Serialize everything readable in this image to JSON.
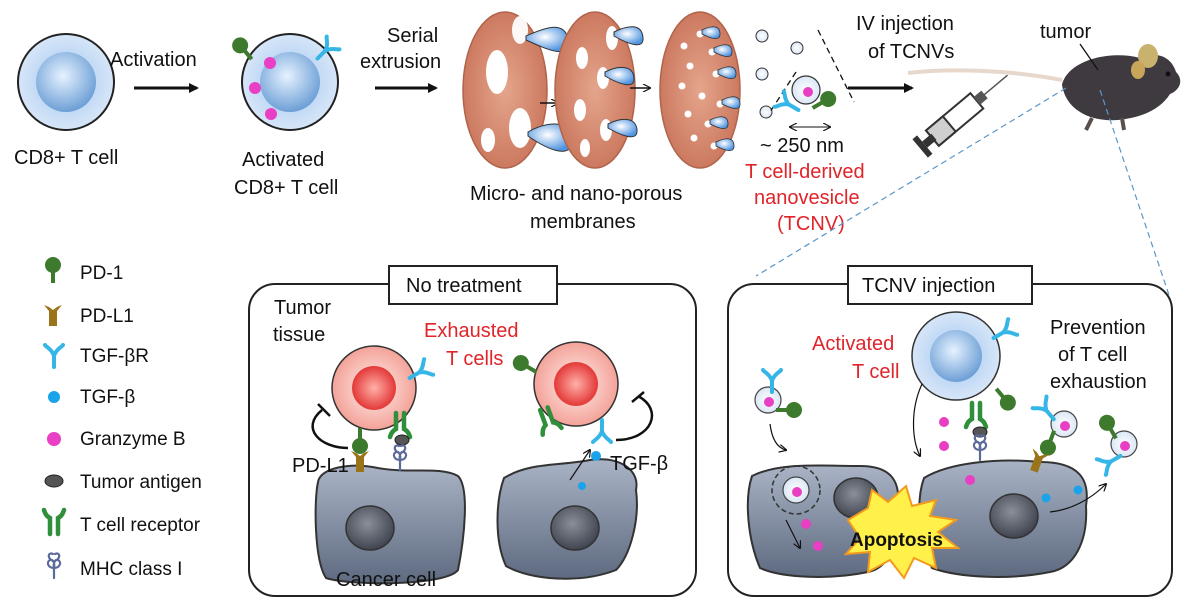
{
  "top": {
    "cd8_cell": "CD8+ T cell",
    "activation": "Activation",
    "activated_cell_line1": "Activated",
    "activated_cell_line2": "CD8+ T cell",
    "serial_line1": "Serial",
    "serial_line2": "extrusion",
    "membranes_line1": "Micro- and nano-porous",
    "membranes_line2": "membranes",
    "size": "~ 250 nm",
    "tcnv_line1": "T cell-derived",
    "tcnv_line2": "nanovesicle",
    "tcnv_line3": "(TCNV)",
    "iv_line1": "IV injection",
    "iv_line2": "of TCNVs",
    "tumor": "tumor"
  },
  "legend": [
    {
      "label": "PD-1",
      "icon": "pd1-icon"
    },
    {
      "label": "PD-L1",
      "icon": "pdl1-icon"
    },
    {
      "label": "TGF-βR",
      "icon": "tgfbr-icon"
    },
    {
      "label": "TGF-β",
      "icon": "tgfb-icon"
    },
    {
      "label": "Granzyme B",
      "icon": "granzyme-icon"
    },
    {
      "label": "Tumor antigen",
      "icon": "antigen-icon"
    },
    {
      "label": "T cell receptor",
      "icon": "tcr-icon"
    },
    {
      "label": "MHC class I",
      "icon": "mhc-icon"
    }
  ],
  "left_panel": {
    "title": "No treatment",
    "tumor_line1": "Tumor",
    "tumor_line2": "tissue",
    "exhausted_line1": "Exhausted",
    "exhausted_line2": "T cells",
    "pdl1": "PD-L1",
    "tgfb": "TGF-β",
    "cancer_cell": "Cancer cell"
  },
  "right_panel": {
    "title": "TCNV injection",
    "activated_line1": "Activated",
    "activated_line2": "T cell",
    "prevention_line1": "Prevention",
    "prevention_line2": "of T cell",
    "prevention_line3": "exhaustion",
    "apoptosis": "Apoptosis"
  },
  "colors": {
    "highlight_text": "#e0242a",
    "pd1": "#3d7a2e",
    "pdl1": "#9a7418",
    "tgfbr": "#35b6e6",
    "tgfb": "#1aa3e8",
    "granzyme": "#e83fc4",
    "antigen": "#555555",
    "tcr": "#2f8f3a",
    "mhc": "#5b6a9a"
  }
}
